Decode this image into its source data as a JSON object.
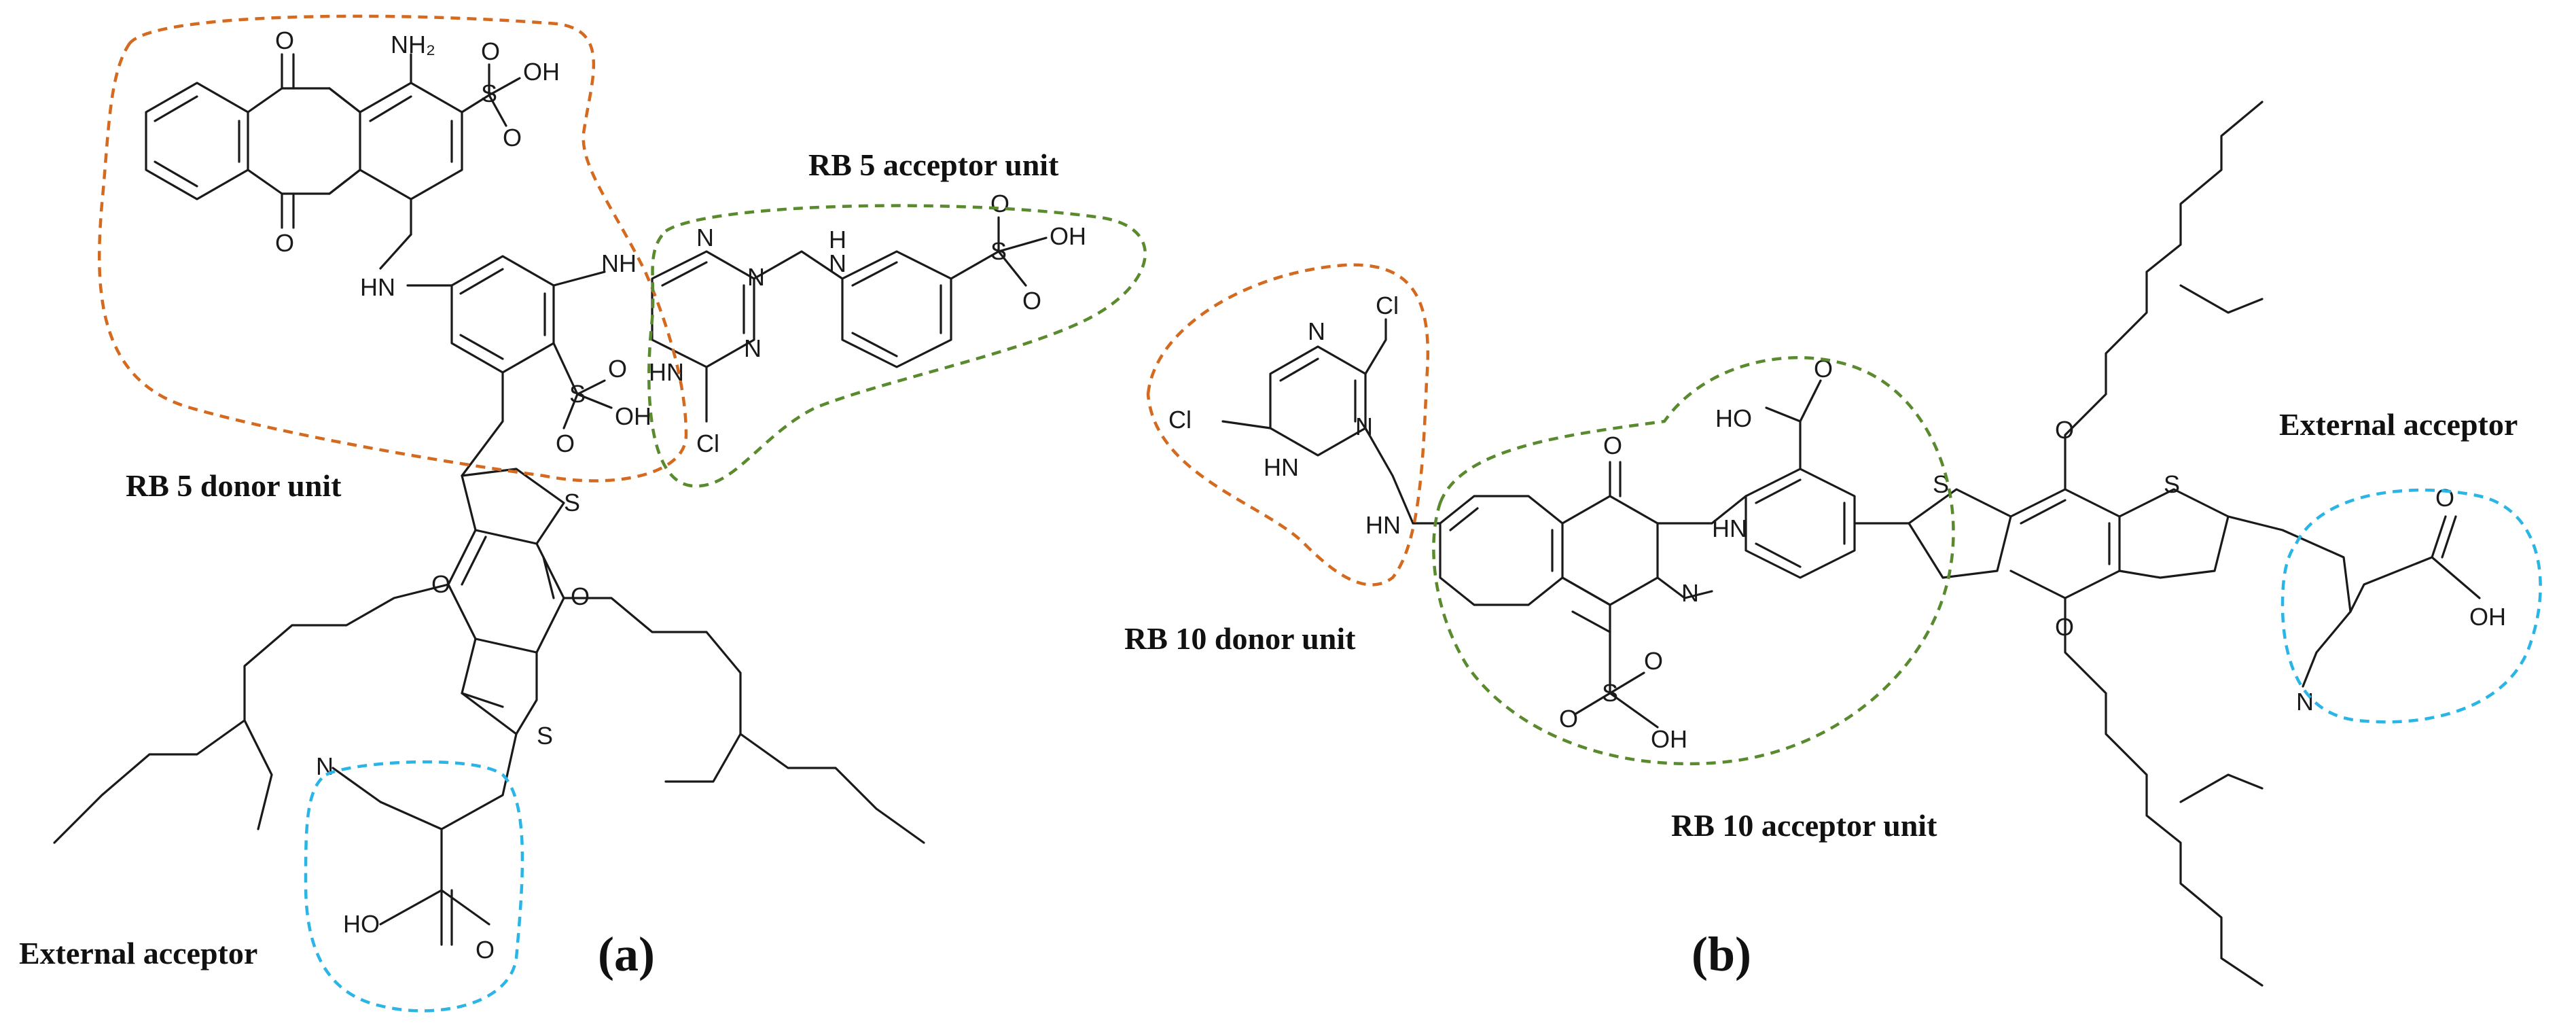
{
  "colors": {
    "donor_outline": "#d46a1f",
    "acceptor_outline": "#5a8a2e",
    "external_acceptor_outline": "#2bb5e6",
    "bond": "#1a1a1a"
  },
  "panel_a": {
    "panel_label": "(a)",
    "donor_label": "RB 5 donor unit",
    "acceptor_label": "RB 5 acceptor unit",
    "external_label": "External acceptor",
    "atoms": {
      "nh2": "NH₂",
      "o_top": "O",
      "o_bottom": "O",
      "so3h_top": "S",
      "o_s1a": "O",
      "o_s1b": "O",
      "oh_s1": "OH",
      "nh_left": "HN",
      "nh_link": "NH",
      "n_tri1": "N",
      "n_tri2": "N",
      "hn_tri": "HN",
      "n_tri3": "N",
      "cl_tri": "Cl",
      "nh_anil": "H",
      "n_anil": "N",
      "s_anil": "S",
      "o_anil1": "O",
      "o_anil2": "O",
      "oh_anil": "OH",
      "s_mid": "S",
      "o_mid1": "O",
      "o_mid2": "O",
      "oh_mid": "OH",
      "s_th1": "S",
      "s_th2": "S",
      "o_left": "O",
      "o_right": "O",
      "n_cn": "N",
      "ho": "HO",
      "o_acid": "O"
    }
  },
  "panel_b": {
    "panel_label": "(b)",
    "donor_label": "RB 10 donor unit",
    "acceptor_label": "RB 10 acceptor unit",
    "external_label": "External acceptor",
    "atoms": {
      "cl_top": "Cl",
      "n1": "N",
      "n2": "N",
      "cl_left": "Cl",
      "hn_tri": "HN",
      "hn_link": "HN",
      "o_keto": "O",
      "ho_acid": "HO",
      "o_acid": "O",
      "hn_hyd": "HN",
      "n_hyd": "N",
      "s_sulf": "S",
      "o_s1": "O",
      "o_s2": "O",
      "oh_s": "OH",
      "s_th1": "S",
      "s_th2": "S",
      "o_top": "O",
      "o_bottom": "O",
      "n_cn": "N",
      "o_cooh": "O",
      "oh_cooh": "OH"
    }
  }
}
